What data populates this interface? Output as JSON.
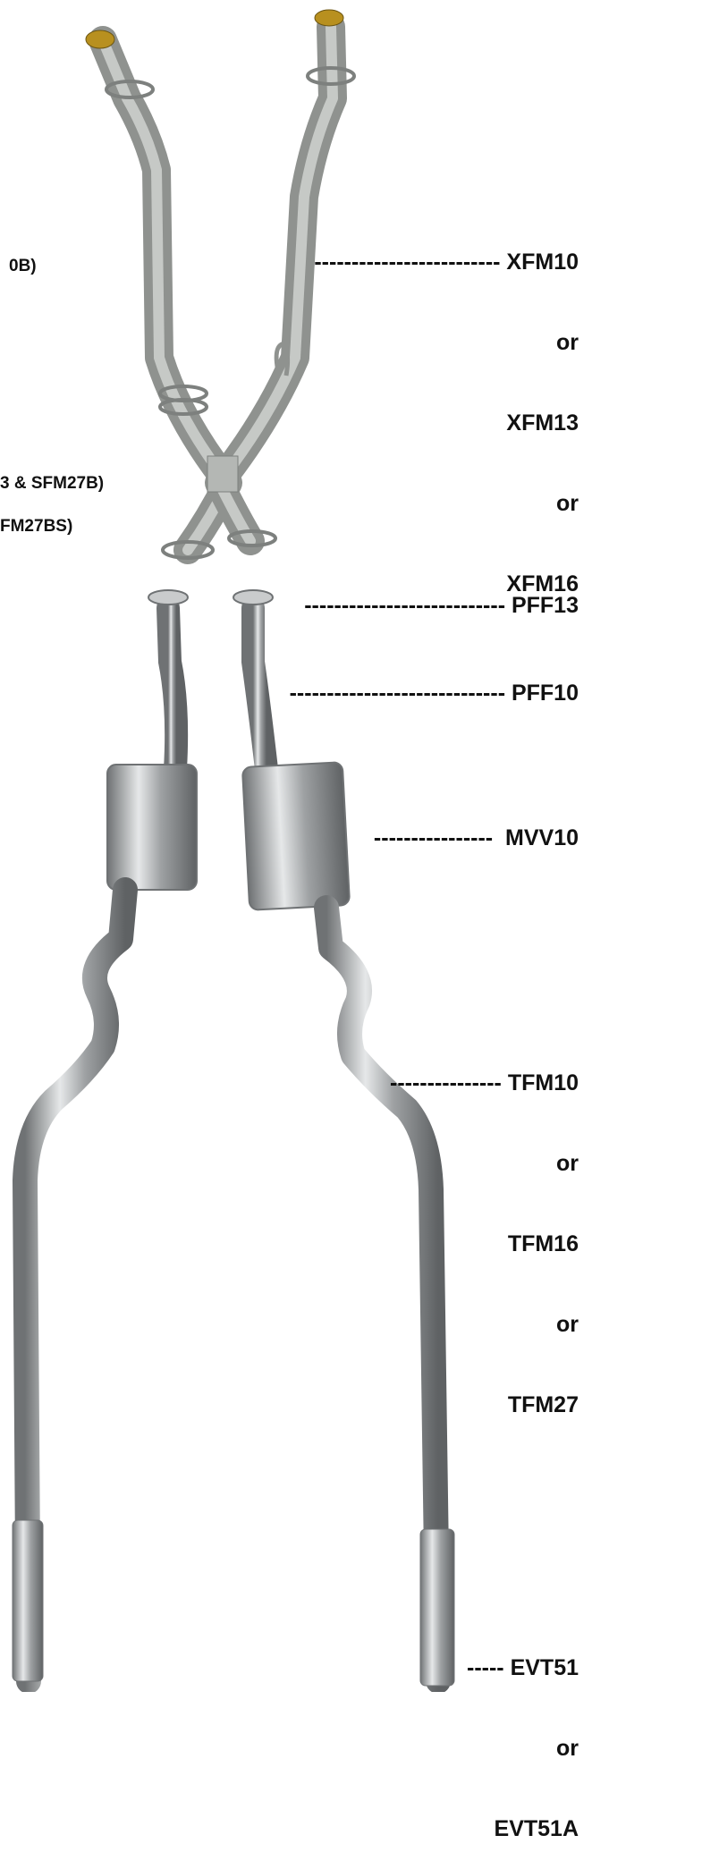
{
  "colors": {
    "galvanized": "#a9aca9",
    "chrome": "#c9cbcc",
    "brass": "#b8901f",
    "text": "#111111"
  },
  "cut_labels": {
    "top": "0B)",
    "mid1": "3 & SFM27B)",
    "mid2": "FM27BS)"
  },
  "callouts": {
    "xfm": [
      "------------------------- XFM10",
      "or",
      "XFM13",
      "or",
      "XFM16"
    ],
    "pff13": "--------------------------- PFF13",
    "pff10": "----------------------------- PFF10",
    "mvv": "----------------  MVV10",
    "tfm": [
      "--------------- TFM10",
      "or",
      "TFM16",
      "or",
      "TFM27"
    ],
    "evt": [
      "----- EVT51",
      "or",
      "EVT51A"
    ]
  }
}
